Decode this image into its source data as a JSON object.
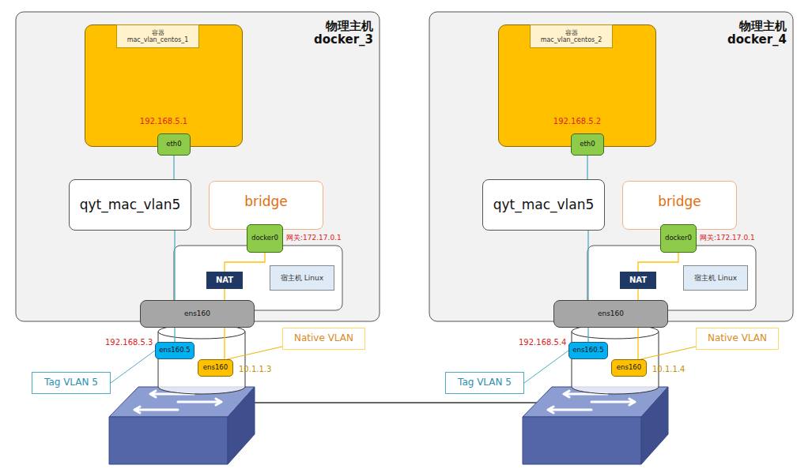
{
  "diagram": {
    "nodes": [
      {
        "text": [
          "物理主机 docker_3"
        ]
      },
      {
        "text": [
          "192.168.5.1"
        ],
        "in": 0
      },
      {
        "text": [
          "容器 mac_vlan_centos_1"
        ],
        "in": 1
      },
      {
        "text": [
          "eth0"
        ],
        "in": 1
      },
      {
        "text": [
          "qyt_mac_vlan5"
        ],
        "in": 0
      },
      {
        "text": [
          "bridge"
        ],
        "in": 0
      },
      {
        "text": [
          "docker0"
        ],
        "in": 0
      },
      {
        "text": [
          "NAT"
        ],
        "in": 0
      },
      {
        "text": [
          "宿主机 Linux"
        ],
        "in": 0
      },
      {
        "text": [
          "ens160"
        ],
        "in": 0
      },
      {
        "text": [
          "ens160.5"
        ]
      },
      {
        "text": [
          "ens160"
        ]
      },
      {
        "text": [
          "Tag VLAN 5"
        ]
      },
      {
        "text": [
          "Native VLAN"
        ]
      },
      {
        "text": [
          "物理主机 docker_4"
        ]
      },
      {
        "text": [
          "192.168.5.2"
        ],
        "in": 14
      },
      {
        "text": [
          "容器 mac_vlan_centos_2"
        ],
        "in": 15
      },
      {
        "text": [
          "eth0"
        ],
        "in": 15
      },
      {
        "text": [
          "qyt_mac_vlan5"
        ],
        "in": 14
      },
      {
        "text": [
          "bridge"
        ],
        "in": 14
      },
      {
        "text": [
          "docker0"
        ],
        "in": 14
      },
      {
        "text": [
          "NAT"
        ],
        "in": 14
      },
      {
        "text": [
          "宿主机 Linux"
        ],
        "in": 14
      },
      {
        "text": [
          "ens160"
        ],
        "in": 14
      },
      {
        "text": [
          "ens160.5"
        ]
      },
      {
        "text": [
          "ens160"
        ]
      },
      {
        "text": [
          "Tag VLAN 5"
        ]
      },
      {
        "text": [
          "Native VLAN"
        ]
      }
    ],
    "edges": [
      {
        "from": 3,
        "to": 4,
        "arrow": "none"
      },
      {
        "from": 4,
        "to": 10,
        "arrow": "none"
      },
      {
        "from": 6,
        "to": 7,
        "arrow": "none"
      },
      {
        "from": 7,
        "to": 11,
        "arrow": "none"
      },
      {
        "from": 12,
        "to": 10,
        "arrow": "none"
      },
      {
        "from": 13,
        "to": 11,
        "arrow": "none"
      },
      {
        "from": 17,
        "to": 18,
        "arrow": "none"
      },
      {
        "from": 18,
        "to": 24,
        "arrow": "none"
      },
      {
        "from": 20,
        "to": 21,
        "arrow": "none"
      },
      {
        "from": 21,
        "to": 25,
        "arrow": "none"
      },
      {
        "from": 26,
        "to": 24,
        "arrow": "none"
      },
      {
        "from": 27,
        "to": 25,
        "arrow": "none"
      }
    ],
    "labels": [
      "网关:172.17.0.1",
      "192.168.5.3",
      "10.1.1.3",
      "网关:172.17.0.1",
      "192.168.5.4",
      "10.1.1.4"
    ]
  }
}
